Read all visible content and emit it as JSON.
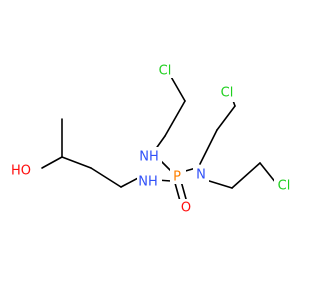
{
  "structure": {
    "colors": {
      "carbon": "#000000",
      "nitrogen": "#3050F8",
      "oxygen": "#FF0D0D",
      "phosphorus": "#FF8000",
      "chlorine": "#1FD01F"
    },
    "atoms": {
      "cl_top": "Cl",
      "nh_upper": "NH",
      "cl_right_upper": "Cl",
      "p_center": "P",
      "n_tertiary": "N",
      "cl_right_lower": "Cl",
      "o_phosphoryl": "O",
      "nh_lower": "NH",
      "ho_left": "HO"
    }
  }
}
